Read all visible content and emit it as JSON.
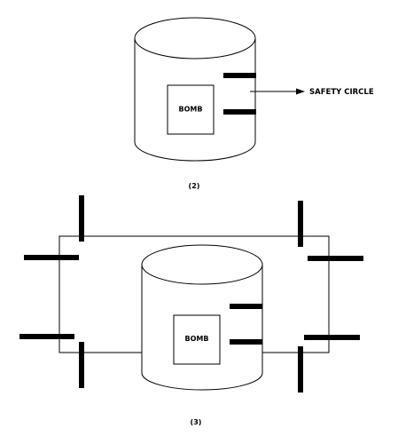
{
  "figure_top": {
    "bomb_label": "BOMB",
    "safety_label": "SAFETY CIRCLE",
    "caption": "(2)"
  },
  "figure_bottom": {
    "bomb_label": "BOMB",
    "caption": "(3)"
  }
}
